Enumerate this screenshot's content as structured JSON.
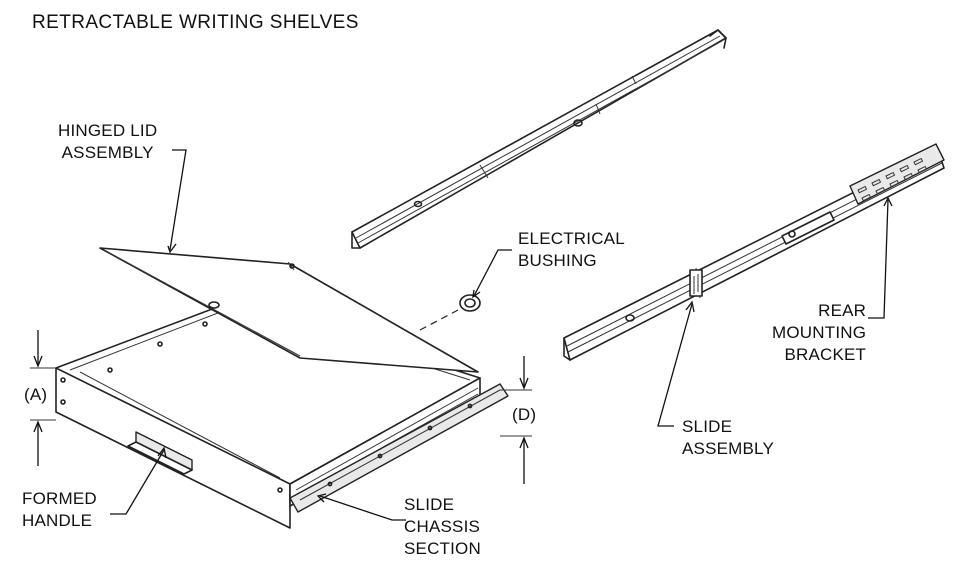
{
  "title": "RETRACTABLE WRITING SHELVES",
  "labels": {
    "hinged_lid": [
      "HINGED LID",
      "ASSEMBLY"
    ],
    "electrical_bushing": [
      "ELECTRICAL",
      "BUSHING"
    ],
    "rear_mounting_bracket": [
      "REAR",
      "MOUNTING",
      "BRACKET"
    ],
    "slide_assembly": [
      "SLIDE",
      "ASSEMBLY"
    ],
    "formed_handle": [
      "FORMED",
      "HANDLE"
    ],
    "slide_chassis_section": [
      "SLIDE",
      "CHASSIS",
      "SECTION"
    ],
    "dimension_a": "(A)",
    "dimension_d": "(D)"
  }
}
